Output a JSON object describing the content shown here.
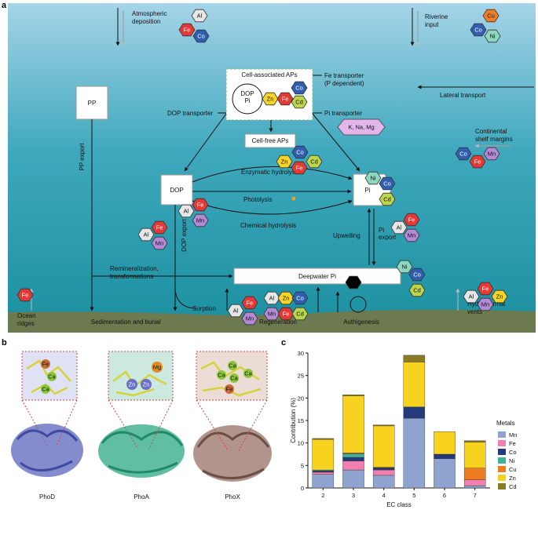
{
  "panel_letters": {
    "a": "a",
    "b": "b",
    "c": "c"
  },
  "colors": {
    "Al": "#e6e6e6",
    "Fe": "#e53935",
    "Co": "#2e5fb0",
    "Cu": "#ef7d22",
    "Ni": "#8fd8c0",
    "Zn": "#f5d327",
    "Cd": "#bcd64a",
    "Mn": "#b48ad6",
    "KNaMg": "#e0b8e8",
    "ocean_top": "#9fd0e4",
    "ocean_bottom": "#1f93a3",
    "sediment": "#6e7a52"
  },
  "diagram": {
    "atmospheric": "Atmospheric\ndeposition",
    "riverine": "Riverine\ninput",
    "pp": "PP",
    "pp_export": "PP export",
    "cell_aps": "Cell-associated APs",
    "dop_pi": "DOP\nPi",
    "fe_transporter": "Fe transporter\n(P dependent)",
    "lateral": "Lateral transport",
    "dop_transporter": "DOP transporter",
    "pi_transporter": "Pi transporter",
    "k_na_mg": "K, Na, Mg",
    "cell_free": "Cell-free APs",
    "continental": "Continental\nshelf margins",
    "enzymatic": "Enzymatic hydrolysis",
    "dop": "DOP",
    "pi": "Pi",
    "photolysis": "Photolysis",
    "chemical": "Chemical hydrolysis",
    "dop_export": "DOP export",
    "upwelling": "Upwelling",
    "pi_export": "Pi\nexport",
    "remineralization": "Remineralization,\ntransformations",
    "deepwater": "Deepwater Pi",
    "sorption": "Sorption",
    "ocean_ridges": "Ocean\nridges",
    "hydrothermal": "Hydrothermal\nvents",
    "sedimentation": "Sedimentation and burial",
    "regeneration": "Regeneration",
    "authigenesis": "Authigenesis"
  },
  "proteins": {
    "phod": "PhoD",
    "phoa": "PhoA",
    "phox": "PhoX",
    "phod_ions": [
      "Fe",
      "Ca",
      "Ca"
    ],
    "phoa_ions": [
      "Mg",
      "Zn",
      "Zn"
    ],
    "phox_ions": [
      "Ca",
      "Ca",
      "Ca",
      "Ca",
      "Fe"
    ]
  },
  "chart_data": {
    "type": "bar",
    "stacked": true,
    "categories": [
      "2",
      "3",
      "4",
      "5",
      "6",
      "7"
    ],
    "xlabel": "EC class",
    "ylabel": "Contribution (%)",
    "ylim": [
      0,
      30
    ],
    "yticks": [
      0,
      5,
      10,
      15,
      20,
      25,
      30
    ],
    "legend_title": "Metals",
    "legend_position": "right",
    "series": [
      {
        "name": "Mn",
        "color": "#8fa3cf",
        "values": [
          3.0,
          4.0,
          2.8,
          15.5,
          6.5,
          0.5
        ]
      },
      {
        "name": "Fe",
        "color": "#f27fb0",
        "values": [
          0.5,
          2.0,
          1.2,
          0.0,
          0.0,
          1.3
        ]
      },
      {
        "name": "Co",
        "color": "#243a7a",
        "values": [
          0.3,
          0.8,
          0.4,
          2.5,
          1.0,
          0.0
        ]
      },
      {
        "name": "Ni",
        "color": "#3fb39a",
        "values": [
          0.2,
          0.8,
          0.1,
          0.0,
          0.0,
          0.0
        ]
      },
      {
        "name": "Cu",
        "color": "#ee7a22",
        "values": [
          0.0,
          0.2,
          0.1,
          0.0,
          0.0,
          2.6
        ]
      },
      {
        "name": "Zn",
        "color": "#f7d21e",
        "values": [
          6.8,
          12.7,
          9.2,
          10.0,
          5.0,
          5.8
        ]
      },
      {
        "name": "Cd",
        "color": "#8a7a23",
        "values": [
          0.2,
          0.2,
          0.2,
          1.5,
          0.0,
          0.3
        ]
      }
    ]
  }
}
